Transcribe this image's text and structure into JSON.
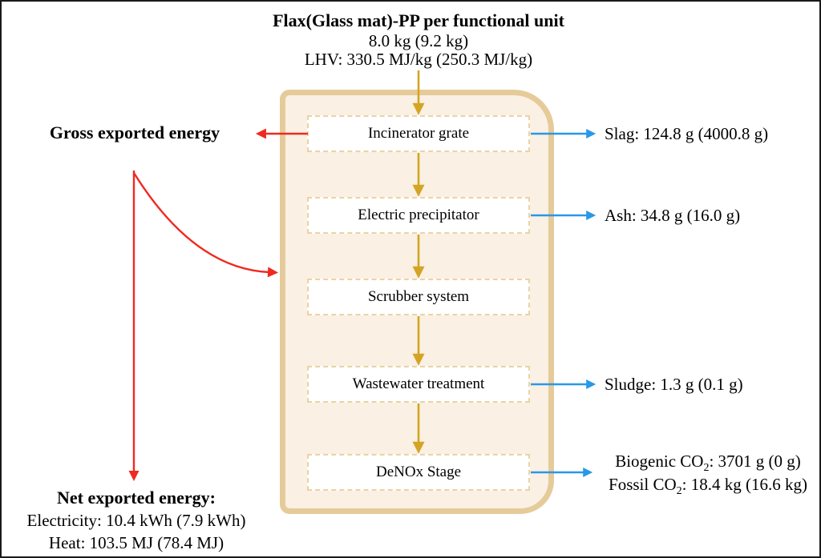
{
  "header": {
    "title": "Flax(Glass mat)-PP per functional unit",
    "mass": "8.0 kg (9.2 kg)",
    "lhv": "LHV: 330.5 MJ/kg (250.3 MJ/kg)"
  },
  "stages": [
    {
      "label": "Incinerator grate"
    },
    {
      "label": "Electric precipitator"
    },
    {
      "label": "Scrubber system"
    },
    {
      "label": "Wastewater treatment"
    },
    {
      "label": "DeNOx Stage"
    }
  ],
  "emissions": [
    {
      "text": "Slag: 124.8 g (4000.8 g)"
    },
    {
      "text": "Ash: 34.8 g (16.0 g)"
    },
    {
      "text": "Sludge: 1.3 g (0.1 g)"
    }
  ],
  "co2_emissions": {
    "biogenic": {
      "pre": "Biogenic CO",
      "sub": "2",
      "post": ": 3701 g (0 g)"
    },
    "fossil": {
      "pre": "Fossil CO",
      "sub": "2",
      "post": ": 18.4 kg (16.6 kg)"
    }
  },
  "energy": {
    "gross_label": "Gross exported energy",
    "net_title": "Net exported energy:",
    "net_electricity": "Electricity: 10.4 kWh (7.9 kWh)",
    "net_heat": "Heat: 103.5 MJ (78.4 MJ)"
  },
  "colors": {
    "flow_arrow": "#d4a424",
    "output_arrow": "#2898e8",
    "energy_arrow": "#ee2a20",
    "container_fill": "#faf0e3",
    "container_border": "#e6cb9a",
    "box_border": "#ead3a4",
    "text": "#000000"
  }
}
